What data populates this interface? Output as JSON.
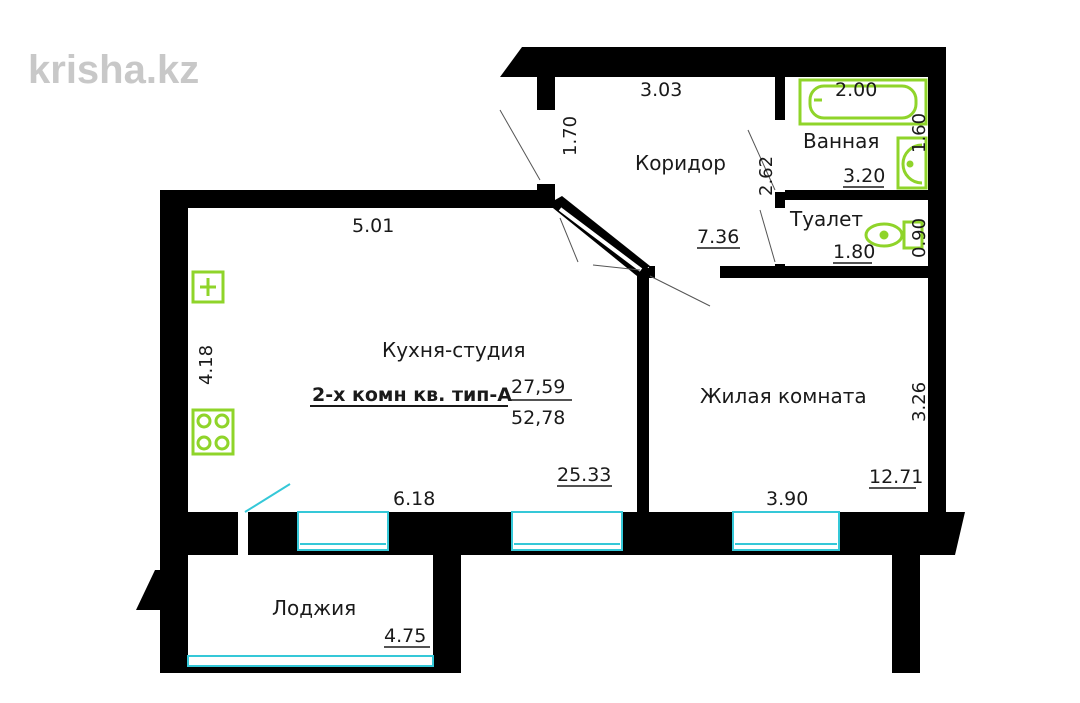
{
  "watermark": "krisha.kz",
  "apartment": {
    "type_label": "2-х комн кв. тип-А",
    "living_area": "27,59",
    "total_area": "52,78"
  },
  "rooms": {
    "corridor": {
      "name": "Коридор",
      "area": "7.36",
      "width": "3.03",
      "depth": "2.62",
      "niche": "1.70"
    },
    "bathroom": {
      "name": "Ванная",
      "area": "3.20",
      "width": "2.00",
      "depth": "1.60"
    },
    "toilet": {
      "name": "Туалет",
      "area": "1.80",
      "depth": "0.90"
    },
    "kitchen": {
      "name": "Кухня-студия",
      "area": "25.33",
      "width_top": "5.01",
      "width_bottom": "6.18",
      "depth": "4.18"
    },
    "living": {
      "name": "Жилая комната",
      "area": "12.71",
      "width": "3.90",
      "depth": "3.26"
    },
    "loggia": {
      "name": "Лоджия",
      "area": "4.75"
    }
  },
  "colors": {
    "wall": "#000000",
    "window": "#35c8d8",
    "fixture": "#8fd42a",
    "watermark": "#c8c8c8"
  }
}
